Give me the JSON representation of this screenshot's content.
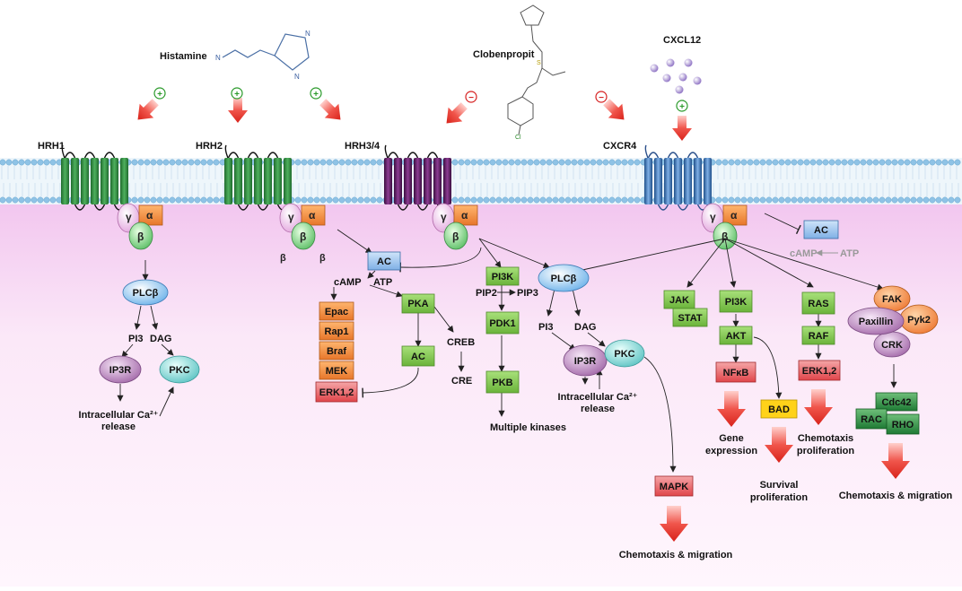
{
  "ligands": {
    "histamine": "Histamine",
    "clobenpropit": "Clobenpropit",
    "cxcl12": "CXCL12"
  },
  "receptors": {
    "hrh1": "HRH1",
    "hrh2": "HRH2",
    "hrh34": "HRH3/4",
    "cxcr4": "CXCR4"
  },
  "signs": {
    "plus": "+",
    "minus": "−"
  },
  "subunits": {
    "gamma": "γ",
    "alpha": "α",
    "beta": "β"
  },
  "nodes": {
    "plcb": "PLCβ",
    "pi3": "PI3",
    "dag": "DAG",
    "ip3r": "IP3R",
    "pkc": "PKC",
    "ac": "AC",
    "camp": "cAMP",
    "atp": "ATP",
    "pka": "PKA",
    "epac": "Epac",
    "rap1": "Rap1",
    "braf": "Braf",
    "mek": "MEK",
    "erk12": "ERK1,2",
    "creb": "CREB",
    "cre": "CRE",
    "pi3k": "PI3K",
    "pip2": "PIP2",
    "pip3": "PIP3",
    "pdk1": "PDK1",
    "pkb": "PKB",
    "jak": "JAK",
    "stat": "STAT",
    "akt": "AKT",
    "nfkb": "NFκB",
    "bad": "BAD",
    "ras": "RAS",
    "raf": "RAF",
    "fak": "FAK",
    "paxillin": "Paxillin",
    "pyk2": "Pyk2",
    "crk": "CRK",
    "cdc42": "Cdc42",
    "rac": "RAC",
    "rho": "RHO",
    "mapk": "MAPK"
  },
  "outcomes": {
    "ca_release_1_line1": "Intracellular Ca²⁺",
    "ca_release_1_line2": "release",
    "ca_release_2_line1": "Intracellular Ca²⁺",
    "ca_release_2_line2": "release",
    "multiple_kinases": "Multiple kinases",
    "chemotaxis_migration_1": "Chemotaxis & migration",
    "gene_expression_line1": "Gene",
    "gene_expression_line2": "expression",
    "survival_line1": "Survival",
    "survival_line2": "proliferation",
    "chemotaxis_prolif_line1": "Chemotaxis",
    "chemotaxis_prolif_line2": "proliferation",
    "chemotaxis_migration_2": "Chemotaxis & migration"
  },
  "colors": {
    "green_receptor": "#2e8b3e",
    "purple_receptor": "#5a1a5e",
    "blue_receptor": "#3b6fb0",
    "orange_box": "#f08a3c",
    "green_box": "#7cc24a",
    "red_box": "#e0454a",
    "blue_box": "#6fa6de",
    "yellow_box": "#ffd21a",
    "cytoplasm": "#f7dff4",
    "arrow_red": "#e8322a"
  }
}
